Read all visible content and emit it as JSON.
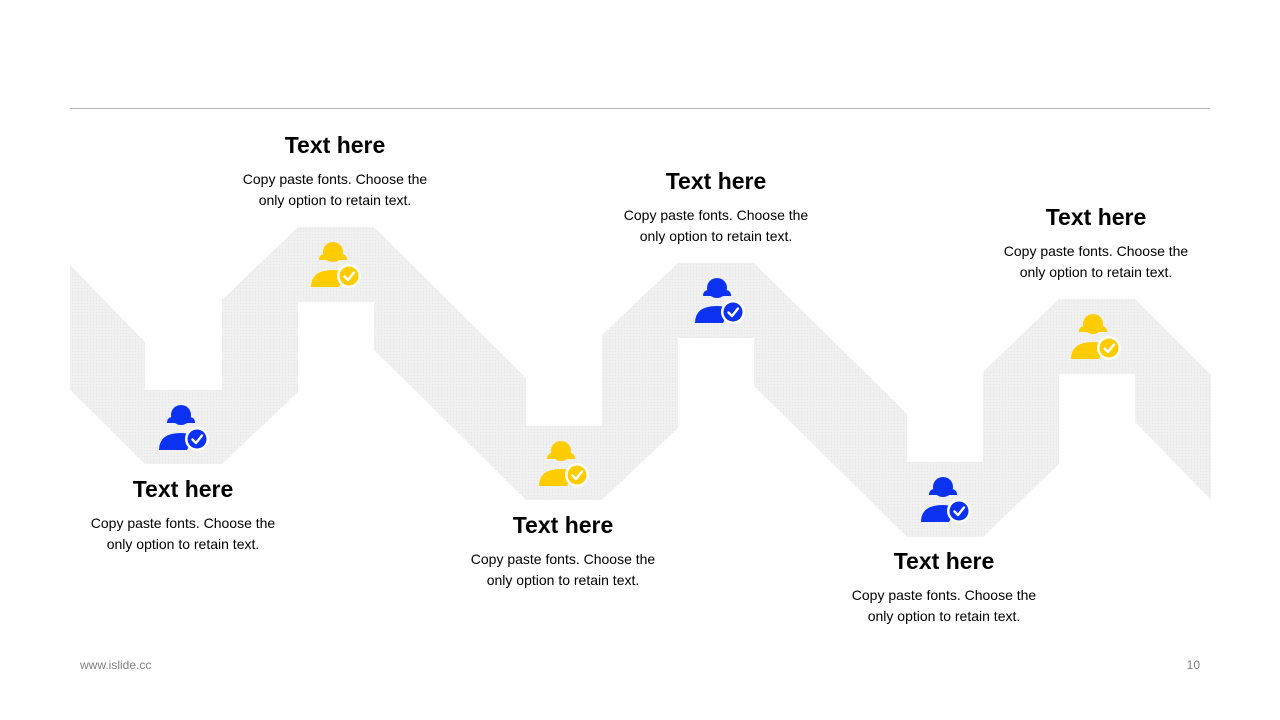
{
  "steps": [
    {
      "title": "Text here",
      "desc_line1": "Copy paste fonts. Choose the",
      "desc_line2": "only option to retain text.",
      "icon": "user-check-icon",
      "color": "#0a32f0"
    },
    {
      "title": "Text here",
      "desc_line1": "Copy paste fonts. Choose the",
      "desc_line2": "only option to retain text.",
      "icon": "user-check-icon",
      "color": "#ffcc00"
    },
    {
      "title": "Text here",
      "desc_line1": "Copy paste fonts. Choose the",
      "desc_line2": "only option to retain text.",
      "icon": "user-check-icon",
      "color": "#ffcc00"
    },
    {
      "title": "Text here",
      "desc_line1": "Copy paste fonts. Choose the",
      "desc_line2": "only option to retain text.",
      "icon": "user-check-icon",
      "color": "#0a32f0"
    },
    {
      "title": "Text here",
      "desc_line1": "Copy paste fonts. Choose the",
      "desc_line2": "only option to retain text.",
      "icon": "user-check-icon",
      "color": "#0a32f0"
    },
    {
      "title": "Text here",
      "desc_line1": "Copy paste fonts. Choose the",
      "desc_line2": "only option to retain text.",
      "icon": "user-check-icon",
      "color": "#ffcc00"
    }
  ],
  "footer": {
    "url": "www.islide.cc",
    "page_number": "10"
  },
  "colors": {
    "band": "#f0f0f0",
    "blue": "#0a32f0",
    "yellow": "#ffcc00",
    "rule": "#b3b3b3"
  }
}
